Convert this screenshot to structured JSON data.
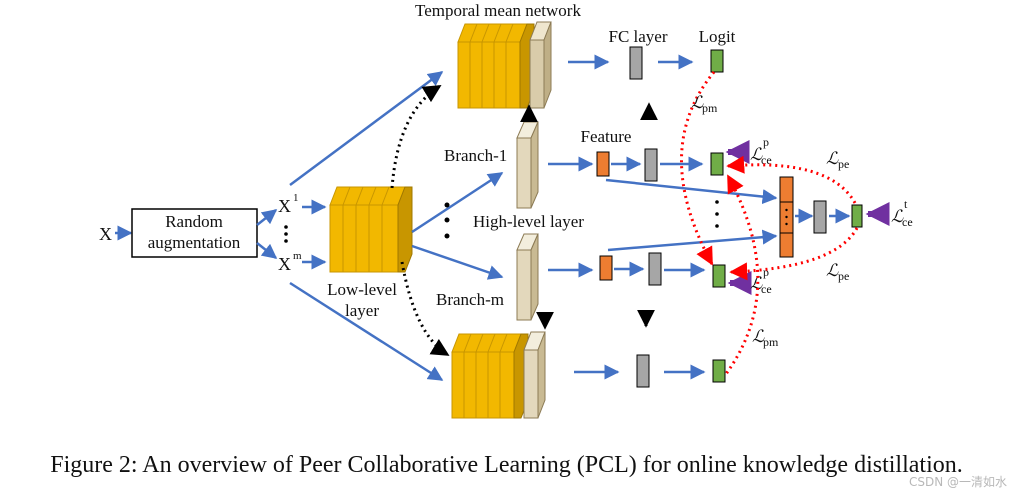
{
  "diagram": {
    "input": "X",
    "augmentation": [
      "Random",
      "augmentation"
    ],
    "x1": "X",
    "x1_sup": "1",
    "xm": "X",
    "xm_sup": "m",
    "low_level": [
      "Low-level",
      "layer"
    ],
    "temporal_mean_network": "Temporal mean network",
    "fc_layer": "FC layer",
    "logit": "Logit",
    "branch1": "Branch-1",
    "branchm": "Branch-m",
    "high_level": "High-level layer",
    "feature": "Feature",
    "loss_pm": "pm",
    "loss_pe": "pe",
    "loss_ce": "ce",
    "sup_p": "p",
    "sup_t": "t"
  },
  "colors": {
    "arrow": "#4472C4",
    "gold": "#F2B800",
    "gold_dark": "#C89600",
    "beige": "#D9CCAA",
    "orange": "#ED7D31",
    "gray": "#A6A6A6",
    "green": "#70AD47",
    "purple": "#7030A0",
    "red_dotted": "#FF0000"
  },
  "caption": "Figure 2: An overview of Peer Collaborative Learning (PCL) for online knowledge distillation.",
  "watermark": "CSDN @一清如水"
}
